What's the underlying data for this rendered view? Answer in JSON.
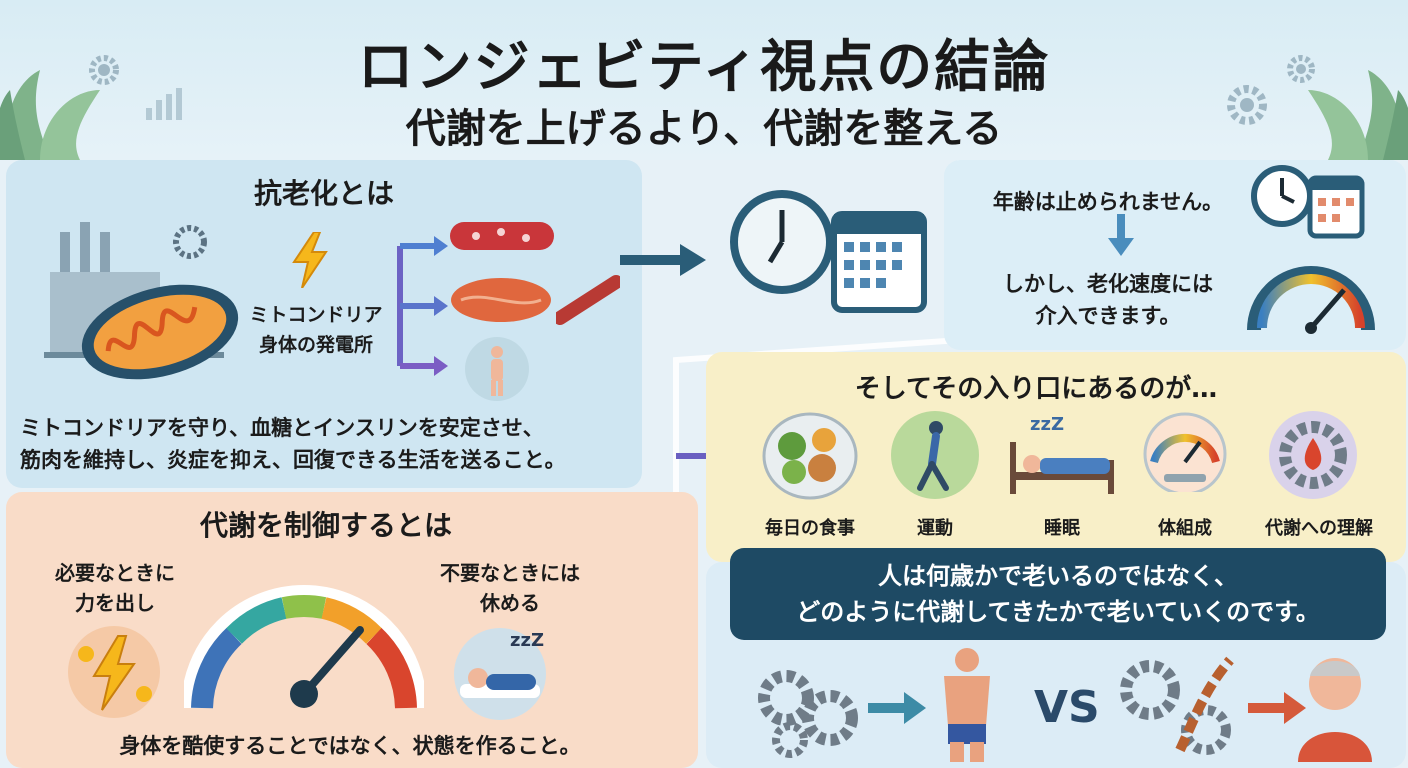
{
  "header": {
    "title": "ロンジェビティ視点の結論",
    "subtitle": "代謝を上げるより、代謝を整える"
  },
  "anti_aging": {
    "heading": "抗老化とは",
    "mito_label_1": "ミトコンドリア",
    "mito_label_2": "身体の発電所",
    "text_1": "ミトコンドリアを守り、血糖とインスリンを安定させ、",
    "text_2": "筋肉を維持し、炎症を抑え、回復できる生活を送ること。"
  },
  "control": {
    "heading": "代謝を制御するとは",
    "left_1": "必要なときに",
    "left_2": "力を出し",
    "right_1": "不要なときには",
    "right_2": "休める",
    "footer": "身体を酷使することではなく、状態を作ること。",
    "sleep_z": "zzZ"
  },
  "age": {
    "line1": "年齢は止められません。",
    "line2a": "しかし、老化速度には",
    "line2b": "介入できます。"
  },
  "entry": {
    "heading": "そしてその入り口にあるのが…",
    "items": [
      "毎日の食事",
      "運動",
      "睡眠",
      "体組成",
      "代謝への理解"
    ],
    "sleep_z": "zzZ"
  },
  "conclusion": {
    "line1": "人は何歳かで老いるのではなく、",
    "line2": "どのように代謝してきたかで老いていくのです。"
  },
  "compare": {
    "vs": "VS"
  },
  "colors": {
    "navy": "#1e4a64",
    "panel_blue": "#cfe6f2",
    "panel_peach": "#f9dcc8",
    "panel_yellow": "#f8efc8"
  }
}
